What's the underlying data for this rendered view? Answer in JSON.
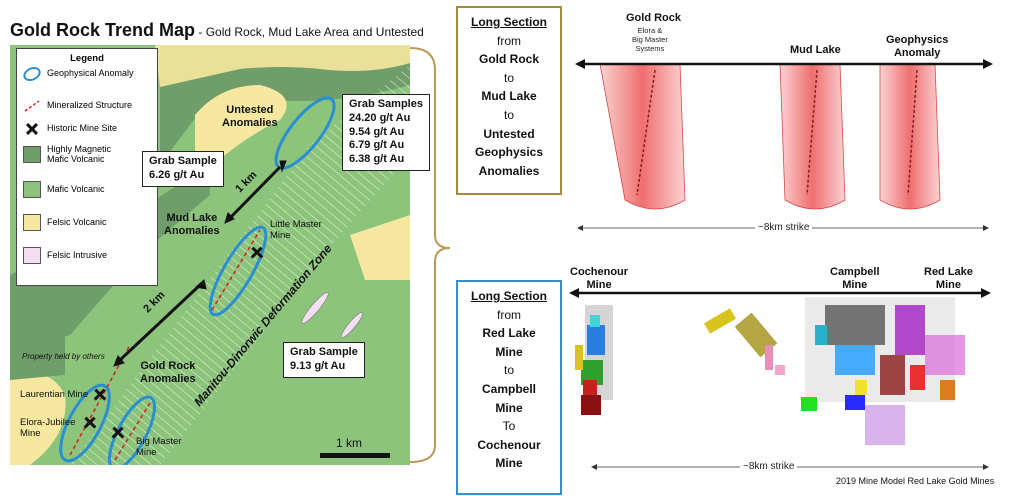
{
  "title": {
    "main": "Gold Rock Trend Map",
    "subtitle": " - Gold Rock, Mud Lake Area and Untested"
  },
  "legend": {
    "heading": "Legend",
    "items": [
      {
        "label": "Geophysical Anomaly",
        "color": "#2a8fd0"
      },
      {
        "label": "Mineralized Structure",
        "color": "#d62020"
      },
      {
        "label": "Historic Mine Site",
        "color": "#000000"
      },
      {
        "label": "Highly Magnetic\nMafic Volcanic",
        "color": "#6f9e6a"
      },
      {
        "label": "Mafic Volcanic",
        "color": "#8cc47c"
      },
      {
        "label": "Felsic Volcanic",
        "color": "#f6e8a0"
      },
      {
        "label": "Felsic Intrusive",
        "color": "#f4dff2"
      }
    ]
  },
  "map": {
    "grab_samples_main": {
      "title": "Grab Samples",
      "values": [
        "24.20 g/t Au",
        "9.54 g/t Au",
        "6.79 g/t Au",
        "6.38 g/t Au"
      ]
    },
    "grab_sample_left": {
      "title": "Grab Sample",
      "value": "6.26 g/t Au"
    },
    "grab_sample_right": {
      "title": "Grab Sample",
      "value": "9.13 g/t Au"
    },
    "untested_label": "Untested\nAnomalies",
    "mudlake_label": "Mud Lake\nAnomalies",
    "goldrock_label": "Gold Rock\nAnomalies",
    "dist_1km": "1 km",
    "dist_2km": "2 km",
    "zone_label": "Manitou-Dinorwic Deformation Zone",
    "little_master": "Little Master\nMine",
    "laurentian": "Laurentian Mine",
    "elora_jubilee": "Elora-Jubilee\nMine",
    "big_master": "Big Master\nMine",
    "property_note": "Property held by others",
    "scale_label": "1 km"
  },
  "section_top": {
    "box": {
      "heading": "Long Section",
      "lines": [
        "from",
        "Gold Rock",
        "to",
        "Mud Lake",
        "to",
        "Untested",
        "Geophysics",
        "Anomalies"
      ]
    },
    "labels": {
      "gold_rock": "Gold Rock",
      "gold_rock_sub": "Elora &\nBig Master\nSystems",
      "mud_lake": "Mud Lake",
      "geophysics": "Geophysics\nAnomaly"
    },
    "strike": "~8km strike",
    "colors": {
      "box_border": "#a88a3c",
      "anomaly_fill": "#ef6f6f"
    }
  },
  "section_bottom": {
    "box": {
      "heading": "Long Section",
      "lines": [
        "from",
        "Red Lake",
        "Mine",
        "to",
        "Campbell",
        "Mine",
        "To",
        "Cochenour",
        "Mine"
      ]
    },
    "labels": {
      "cochenour": "Cochenour\nMine",
      "campbell": "Campbell\nMine",
      "red_lake": "Red Lake\nMine"
    },
    "strike": "~8km strike",
    "caption": "2019 Mine Model Red Lake Gold Mines",
    "colors": {
      "box_border": "#3a8fc8"
    }
  }
}
